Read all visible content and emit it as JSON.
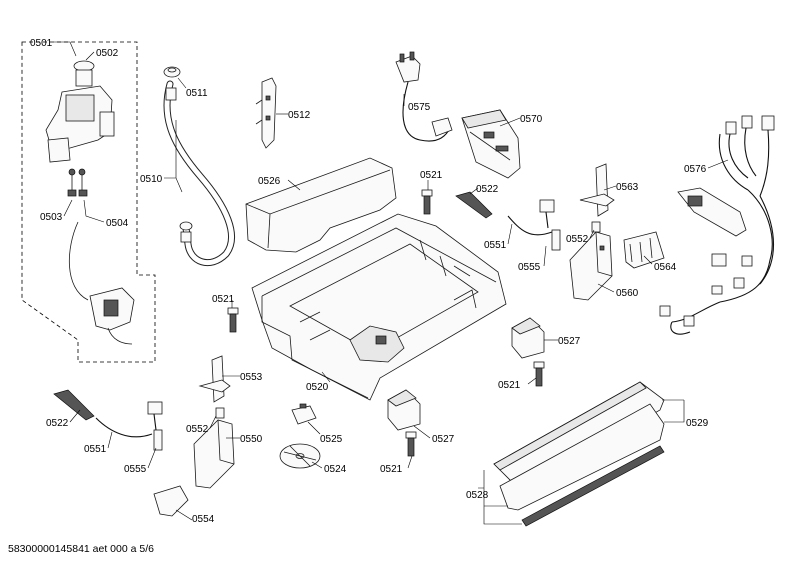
{
  "diagram": {
    "labels": {
      "p0501": "0501",
      "p0502": "0502",
      "p0503": "0503",
      "p0504": "0504",
      "p0510": "0510",
      "p0511": "0511",
      "p0512": "0512",
      "p0575": "0575",
      "p0570": "0570",
      "p0576": "0576",
      "p0526": "0526",
      "p0521a": "0521",
      "p0522a": "0522",
      "p0551a": "0551",
      "p0555a": "0555",
      "p0563": "0563",
      "p0552a": "0552",
      "p0564": "0564",
      "p0560": "0560",
      "p0521b": "0521",
      "p0520": "0520",
      "p0527a": "0527",
      "p0521c": "0521",
      "p0553": "0553",
      "p0522b": "0522",
      "p0552b": "0552",
      "p0550": "0550",
      "p0551b": "0551",
      "p0525": "0525",
      "p0527b": "0527",
      "p0529": "0529",
      "p0555b": "0555",
      "p0524": "0524",
      "p0521d": "0521",
      "p0528": "0528",
      "p0554": "0554"
    },
    "footer": "58300000145841 aet 000 a 5/6"
  }
}
